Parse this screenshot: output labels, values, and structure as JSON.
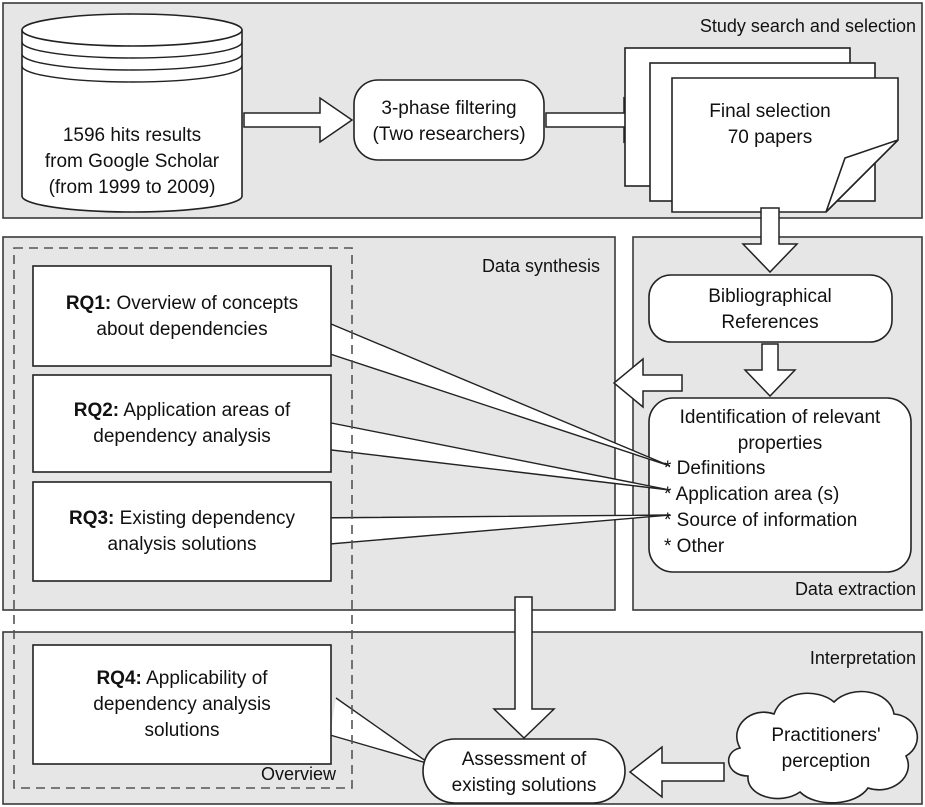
{
  "sections": {
    "search": "Study search and selection",
    "synthesis": "Data synthesis",
    "extraction": "Data extraction",
    "interpretation": "Interpretation",
    "overview": "Overview"
  },
  "nodes": {
    "hits": [
      "1596 hits results",
      "from Google Scholar",
      "(from 1999 to 2009)"
    ],
    "filtering": [
      "3-phase filtering",
      "(Two researchers)"
    ],
    "final": [
      "Final selection",
      "70 papers"
    ],
    "biblio": [
      "Bibliographical",
      "References"
    ],
    "identification": [
      "Identification of relevant",
      "properties"
    ],
    "properties": [
      "* Definitions",
      "* Application area (s)",
      "* Source of information",
      "* Other"
    ],
    "assessment": [
      "Assessment of",
      "existing solutions"
    ],
    "practitioners": [
      "Practitioners'",
      "perception"
    ]
  },
  "rq": [
    {
      "id": "RQ1:",
      "line1": " Overview of concepts",
      "line2": "about dependencies"
    },
    {
      "id": "RQ2:",
      "line1": " Application areas of",
      "line2": "dependency analysis"
    },
    {
      "id": "RQ3:",
      "line1": " Existing dependency",
      "line2": "analysis solutions"
    },
    {
      "id": "RQ4:",
      "line1": " Applicability of",
      "line2": "dependency analysis",
      "line3": "solutions"
    }
  ]
}
